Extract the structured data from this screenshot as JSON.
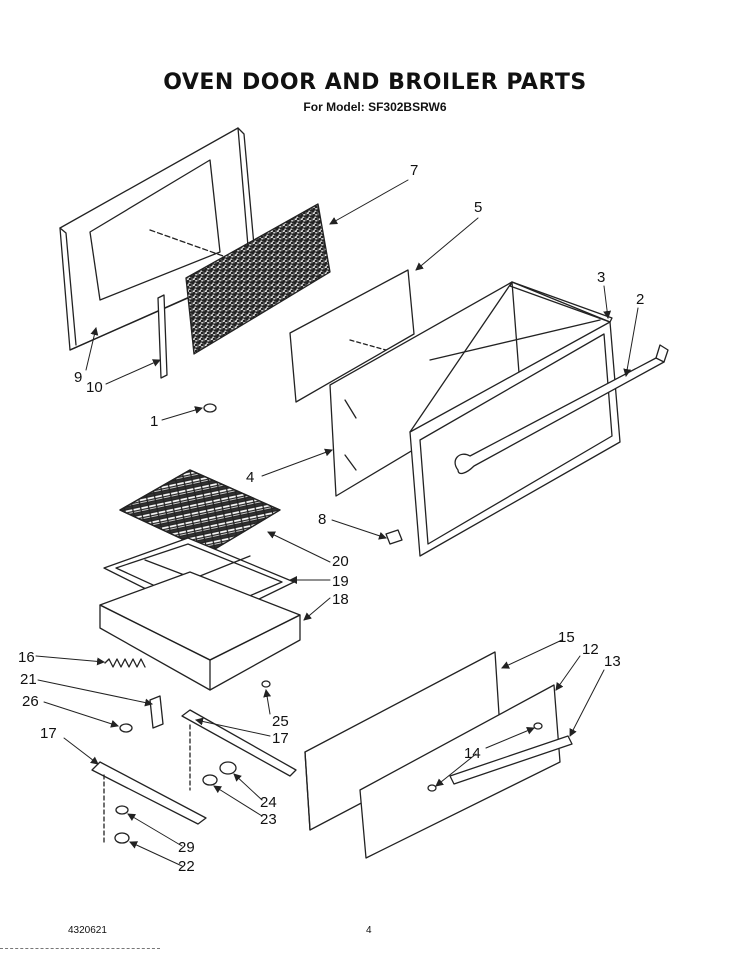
{
  "header": {
    "title": "OVEN DOOR AND BROILER PARTS",
    "subtitle": "For Model: SF302BSRW6"
  },
  "part_labels": [
    {
      "id": "p1",
      "text": "1"
    },
    {
      "id": "p2",
      "text": "2"
    },
    {
      "id": "p3",
      "text": "3"
    },
    {
      "id": "p4",
      "text": "4"
    },
    {
      "id": "p5",
      "text": "5"
    },
    {
      "id": "p7",
      "text": "7"
    },
    {
      "id": "p8",
      "text": "8"
    },
    {
      "id": "p9",
      "text": "9"
    },
    {
      "id": "p10",
      "text": "10"
    },
    {
      "id": "p12",
      "text": "12"
    },
    {
      "id": "p13",
      "text": "13"
    },
    {
      "id": "p14",
      "text": "14"
    },
    {
      "id": "p15",
      "text": "15"
    },
    {
      "id": "p16",
      "text": "16"
    },
    {
      "id": "p17a",
      "text": "17"
    },
    {
      "id": "p17b",
      "text": "17"
    },
    {
      "id": "p18",
      "text": "18"
    },
    {
      "id": "p19",
      "text": "19"
    },
    {
      "id": "p20",
      "text": "20"
    },
    {
      "id": "p21",
      "text": "21"
    },
    {
      "id": "p22",
      "text": "22"
    },
    {
      "id": "p23",
      "text": "23"
    },
    {
      "id": "p24",
      "text": "24"
    },
    {
      "id": "p25",
      "text": "25"
    },
    {
      "id": "p26",
      "text": "26"
    },
    {
      "id": "p29",
      "text": "29"
    }
  ],
  "footer": {
    "code": "4320621",
    "page": "4"
  }
}
